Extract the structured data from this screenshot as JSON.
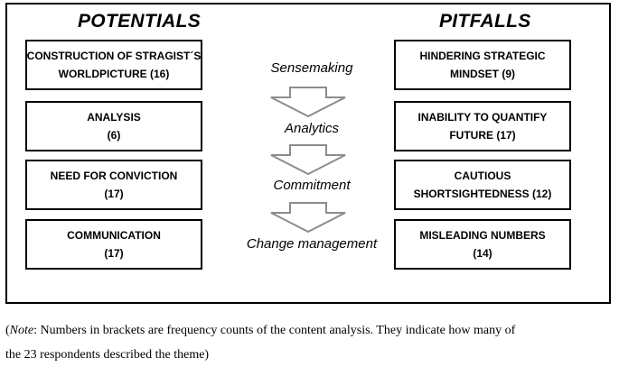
{
  "potentials": {
    "heading": "POTENTIALS",
    "items": [
      {
        "lines": [
          "CONSTRUCTION OF STRAGIST´S",
          "WORLDPICTURE (16)"
        ]
      },
      {
        "lines": [
          "ANALYSIS",
          "(6)"
        ]
      },
      {
        "lines": [
          "NEED FOR CONVICTION",
          "(17)"
        ]
      },
      {
        "lines": [
          "COMMUNICATION",
          "(17)"
        ]
      }
    ]
  },
  "pitfalls": {
    "heading": "PITFALLS",
    "items": [
      {
        "lines": [
          "HINDERING STRATEGIC",
          "MINDSET (9)"
        ]
      },
      {
        "lines": [
          "INABILITY TO QUANTIFY",
          "FUTURE  (17)"
        ]
      },
      {
        "lines": [
          "CAUTIOUS",
          "SHORTSIGHTEDNESS (12)"
        ]
      },
      {
        "lines": [
          "MISLEADING NUMBERS",
          "(14)"
        ]
      }
    ]
  },
  "stages": [
    "Sensemaking",
    "Analytics",
    "Commitment",
    "Change management"
  ],
  "note": {
    "label": "Note",
    "line1_rest": ": Numbers in brackets are frequency counts of the content analysis. They indicate how many of",
    "line2": "the 23 respondents described the theme)"
  },
  "colors": {
    "border": "#000000",
    "arrow_stroke": "#8c8c8c"
  }
}
